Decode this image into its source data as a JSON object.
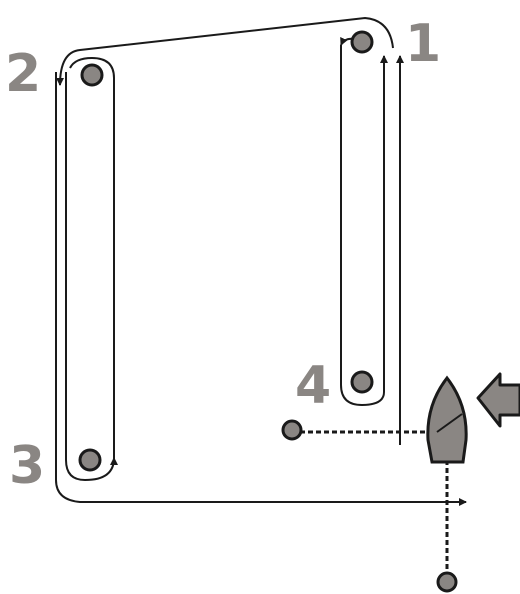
{
  "diagram": {
    "marks": [
      {
        "id": "1",
        "label": "1"
      },
      {
        "id": "2",
        "label": "2"
      },
      {
        "id": "3",
        "label": "3"
      },
      {
        "id": "4",
        "label": "4"
      }
    ]
  },
  "colors": {
    "mark_fill": "#8a8683",
    "label": "#8a8683",
    "line": "#1a1a1a",
    "boat": "#8a8683",
    "background": "#ffffff"
  },
  "icons": {
    "boat": "boat-icon",
    "wind": "wind-arrow-icon",
    "buoy": "buoy-icon"
  }
}
